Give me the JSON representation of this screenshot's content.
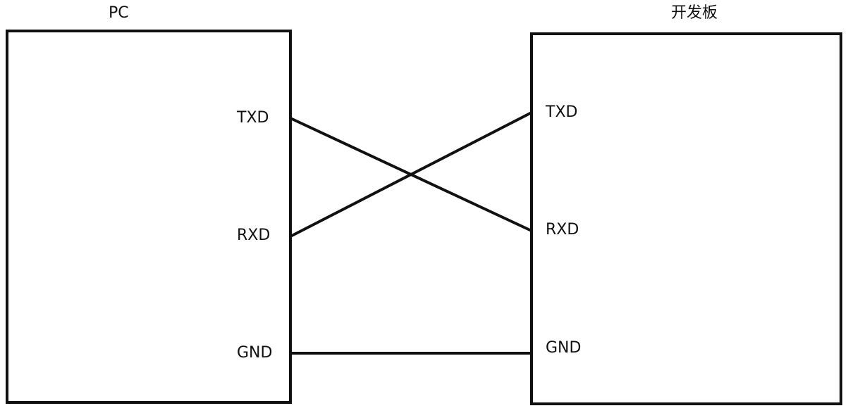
{
  "pc": {
    "title": "PC",
    "pins": {
      "txd": "TXD",
      "rxd": "RXD",
      "gnd": "GND"
    }
  },
  "board": {
    "title": "开发板",
    "pins": {
      "txd": "TXD",
      "rxd": "RXD",
      "gnd": "GND"
    }
  },
  "connections": [
    {
      "from": "PC.TXD",
      "to": "开发板.RXD"
    },
    {
      "from": "PC.RXD",
      "to": "开发板.TXD"
    },
    {
      "from": "PC.GND",
      "to": "开发板.GND"
    }
  ],
  "colors": {
    "stroke": "#111111",
    "background": "#ffffff"
  }
}
